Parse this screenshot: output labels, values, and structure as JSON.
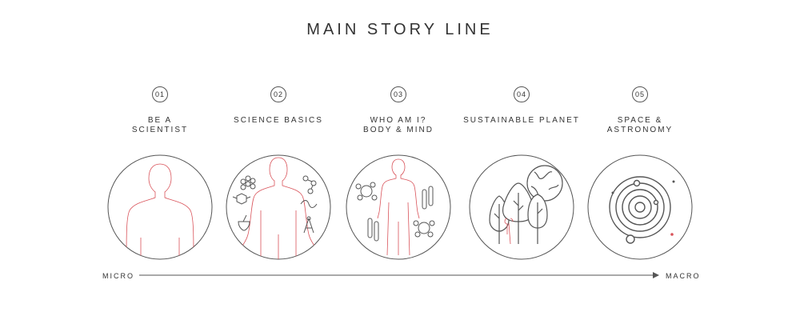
{
  "title": "MAIN STORY LINE",
  "stages": [
    {
      "number": "01",
      "lines": [
        "BE A",
        "SCIENTIST"
      ],
      "icon": "human-silhouette-icon"
    },
    {
      "number": "02",
      "lines": [
        "SCIENCE BASICS"
      ],
      "icon": "science-tools-icon"
    },
    {
      "number": "03",
      "lines": [
        "WHO AM I?",
        "BODY & MIND"
      ],
      "icon": "body-bacteria-icon"
    },
    {
      "number": "04",
      "lines": [
        "SUSTAINABLE PLANET"
      ],
      "icon": "trees-globe-icon"
    },
    {
      "number": "05",
      "lines": [
        "SPACE &",
        "ASTRONOMY"
      ],
      "icon": "solar-system-icon"
    }
  ],
  "axis": {
    "start": "MICRO",
    "end": "MACRO"
  },
  "colors": {
    "line": "#555555",
    "accent": "#d9535a",
    "text": "#333333"
  }
}
